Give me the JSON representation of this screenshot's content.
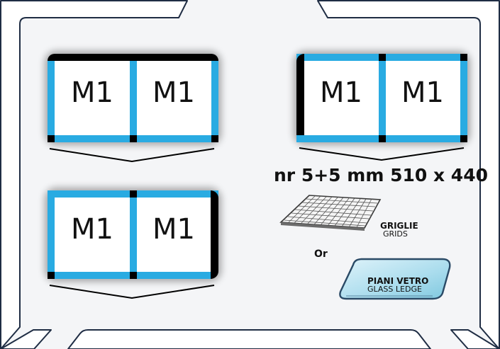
{
  "modules": [
    {
      "name": "module-top-left",
      "left_cell": "M1",
      "right_cell": "M1",
      "black_side": "top"
    },
    {
      "name": "module-top-right",
      "left_cell": "M1",
      "right_cell": "M1",
      "black_side": "left"
    },
    {
      "name": "module-bottom-left",
      "left_cell": "M1",
      "right_cell": "M1",
      "black_side": "right"
    }
  ],
  "shelf_spec": "nr 5+5 mm 510 x 440",
  "grids": {
    "title": "GRIGLIE",
    "subtitle": "GRIDS"
  },
  "separator": "Or",
  "glass": {
    "title": "PIANI VETRO",
    "subtitle": "GLASS LEDGE"
  },
  "colors": {
    "frame_blue": "#29abe2",
    "frame_black": "#000000",
    "panel_outline": "#1f2d44",
    "glass_fill": "#aee0f0"
  }
}
